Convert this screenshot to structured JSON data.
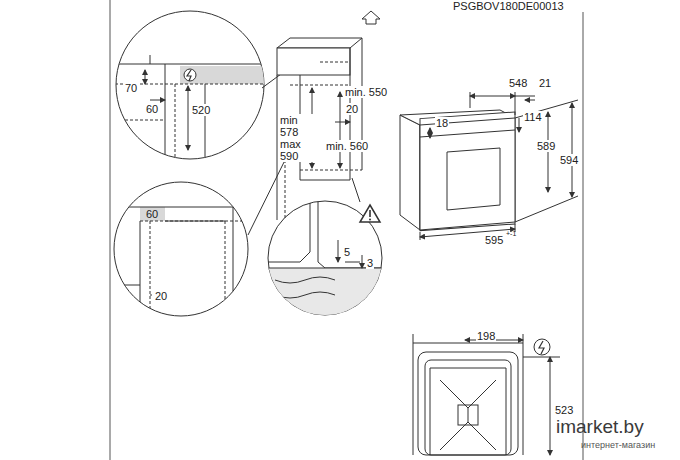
{
  "diagram": {
    "labels": [
      "PSGBOV180DE00013",
      "70",
      "60",
      "520",
      "min 578 max 590",
      "min. 550",
      "20",
      "min. 560",
      "5",
      "3",
      "60",
      "20",
      "548",
      "21",
      "114",
      "18",
      "589",
      "594",
      "595",
      "+-1",
      "198",
      "523",
      "imarket.by",
      "интернет-магазин"
    ]
  }
}
